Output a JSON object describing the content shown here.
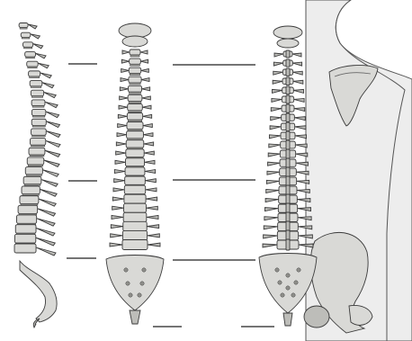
{
  "figure": {
    "views": [
      {
        "id": "lateral",
        "label": ""
      },
      {
        "id": "anterior",
        "label": ""
      },
      {
        "id": "posterior",
        "label": ""
      }
    ],
    "blank_labels": [
      {
        "id": "blank-1"
      },
      {
        "id": "blank-2"
      },
      {
        "id": "blank-3"
      },
      {
        "id": "blank-4"
      },
      {
        "id": "blank-5"
      },
      {
        "id": "blank-6"
      },
      {
        "id": "blank-7"
      },
      {
        "id": "blank-8"
      }
    ],
    "colors": {
      "bone": "#d9d9d6",
      "outline": "#3a3a3a",
      "background_body": "#ededed"
    }
  }
}
